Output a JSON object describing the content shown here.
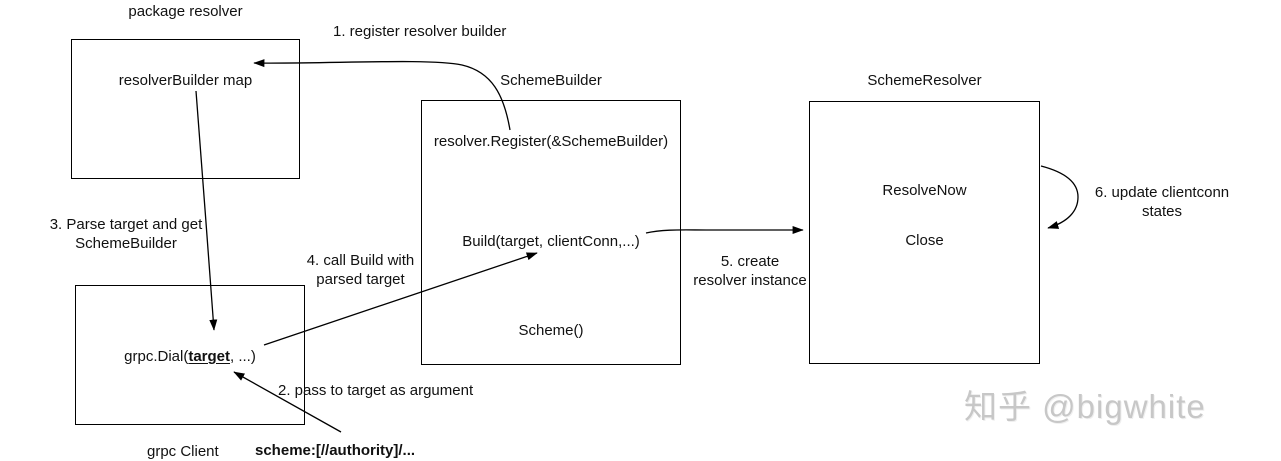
{
  "nodes": {
    "package_label": "package resolver",
    "resolver_map": {
      "label": "resolverBuilder map"
    },
    "scheme_builder": {
      "title": "SchemeBuilder",
      "methods": [
        "resolver.Register(&SchemeBuilder)",
        "Build(target, clientConn,...)",
        "Scheme()"
      ]
    },
    "scheme_resolver": {
      "title": "SchemeResolver",
      "methods": [
        "ResolveNow",
        "Close"
      ]
    },
    "grpc_client": {
      "label": "grpc Client",
      "call_prefix": "grpc.Dial(",
      "call_arg": "target",
      "call_suffix": ", ...)",
      "target_format": "scheme:[//authority]/..."
    }
  },
  "steps": {
    "step1": "1. register resolver builder",
    "step2": "2. pass to target as argument",
    "step3_line1": "3. Parse target and get",
    "step3_line2": "SchemeBuilder",
    "step4_line1": "4. call Build with",
    "step4_line2": "parsed target",
    "step5_line1": "5. create",
    "step5_line2": "resolver instance",
    "step6_line1": "6. update clientconn",
    "step6_line2": "states"
  },
  "watermark": "知乎 @bigwhite",
  "colors": {
    "line": "#000000",
    "text": "#111111",
    "watermark": "#c7c7c7",
    "background": "#ffffff"
  }
}
